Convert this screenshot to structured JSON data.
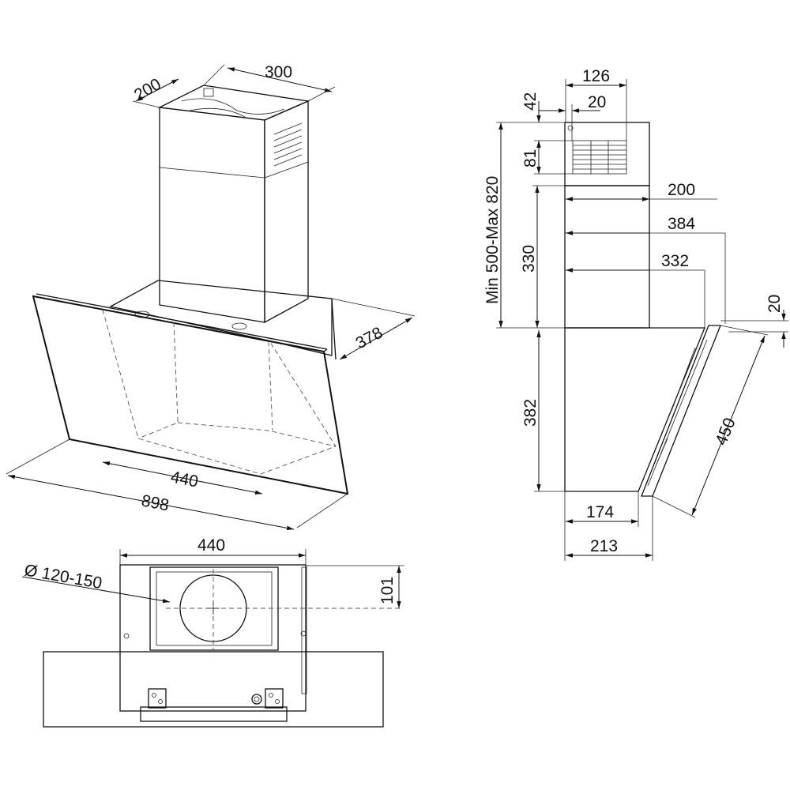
{
  "dimensions": {
    "chimney_width": "300",
    "chimney_depth": "200",
    "hood_depth": "378",
    "body_width": "440",
    "glass_width": "898",
    "bottom_width": "440",
    "duct_diameter": "Ø 120-150",
    "duct_offset": "101",
    "side_top_width": "126",
    "side_top_inset": "20",
    "side_top_gap": "42",
    "side_vent_height": "81",
    "side_total_height": "Min  500-Max  820",
    "side_upper_height": "330",
    "side_depth_200": "200",
    "side_depth_384": "384",
    "side_depth_332": "332",
    "side_glass_offset": "20",
    "side_glass_length": "450",
    "side_body_height": "382",
    "side_bottom_174": "174",
    "side_bottom_213": "213"
  }
}
